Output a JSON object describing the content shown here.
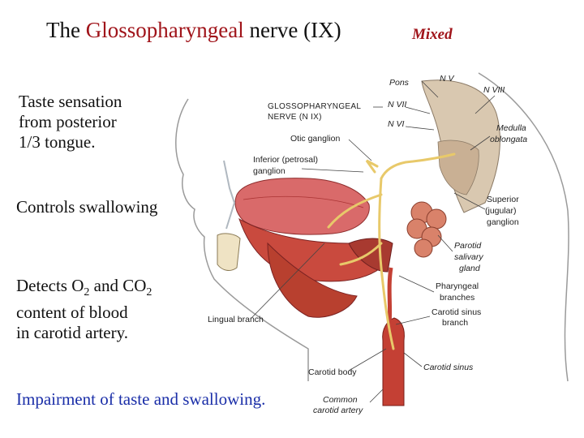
{
  "title": {
    "prefix": "The ",
    "highlight": "Glossopharyngeal",
    "suffix": " nerve (IX)",
    "tag": "Mixed"
  },
  "colors": {
    "accent": "#a0141a",
    "blue_text": "#1a2ea8",
    "muscle": "#c94a3e",
    "nerve": "#e8c96a"
  },
  "functions": {
    "taste": [
      "Taste sensation",
      "from posterior",
      "1/3 tongue."
    ],
    "swallow": "Controls swallowing",
    "detect": {
      "pre1": "Detects O",
      "sub1": "2",
      "mid": " and CO",
      "sub2": "2",
      "line2": "content of blood",
      "line3": "in carotid artery."
    },
    "impairment": "Impairment of taste and swallowing."
  },
  "diagram_labels": {
    "pons": "Pons",
    "nv": "N V",
    "nviii": "N VIII",
    "nvii": "N VII",
    "nvi": "N VI",
    "glosso_line1": "GLOSSOPHARYNGEAL",
    "glosso_line2": "NERVE (N IX)",
    "otic": "Otic ganglion",
    "inferior_line1": "Inferior (petrosal)",
    "inferior_line2": "ganglion",
    "medulla_line1": "Medulla",
    "medulla_line2": "oblongata",
    "superior_line1": "Superior",
    "superior_line2": "(jugular)",
    "superior_line3": "ganglion",
    "parotid_line1": "Parotid",
    "parotid_line2": "salivary",
    "parotid_line3": "gland",
    "pharyngeal_line1": "Pharyngeal",
    "pharyngeal_line2": "branches",
    "carotid_sinus_branch_line1": "Carotid sinus",
    "carotid_sinus_branch_line2": "branch",
    "lingual": "Lingual branch",
    "carotid_body": "Carotid body",
    "carotid_sinus": "Carotid sinus",
    "common_line1": "Common",
    "common_line2": "carotid artery"
  }
}
